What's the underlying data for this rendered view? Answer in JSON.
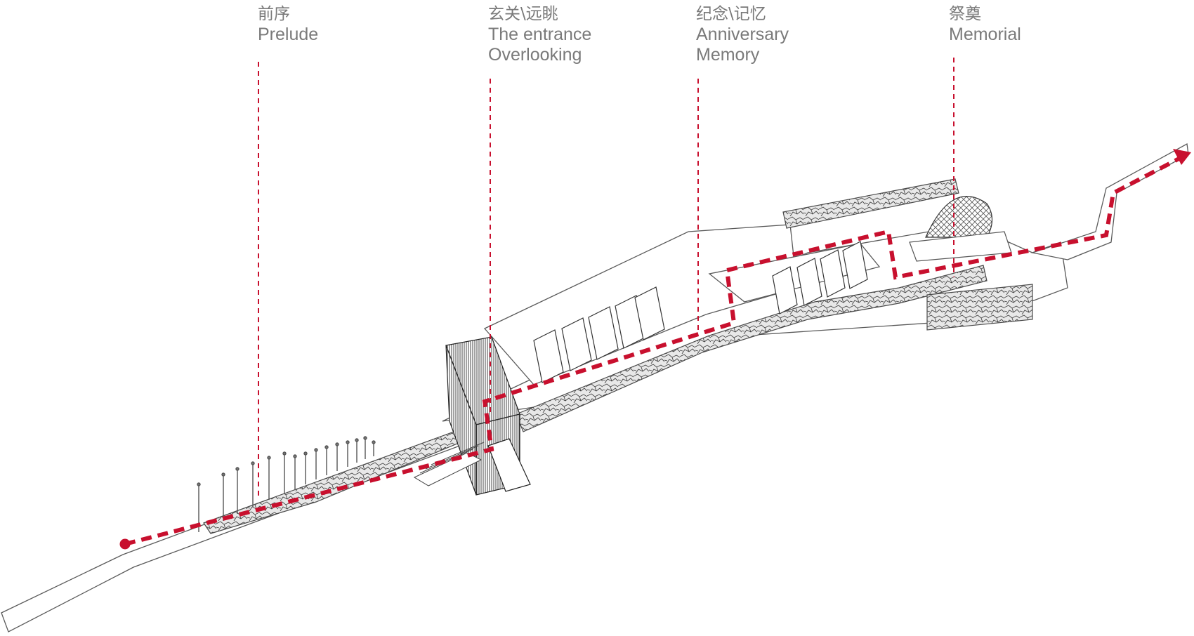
{
  "stations": [
    {
      "id": "prelude",
      "zh": "前序",
      "en": [
        "Prelude"
      ]
    },
    {
      "id": "entrance",
      "zh": "玄关\\远眺",
      "en": [
        "The entrance",
        "Overlooking"
      ]
    },
    {
      "id": "memory",
      "zh": "纪念\\记忆",
      "en": [
        "Anniversary",
        "Memory"
      ]
    },
    {
      "id": "memorial",
      "zh": "祭奠",
      "en": [
        "Memorial"
      ]
    }
  ],
  "colors": {
    "path": "#c8102e",
    "label_text": "#7a7a7a",
    "line": "#5a5a5a",
    "stone": "#e4e4e4"
  },
  "icons": {
    "start": "start-dot",
    "end": "arrow-head-icon"
  }
}
